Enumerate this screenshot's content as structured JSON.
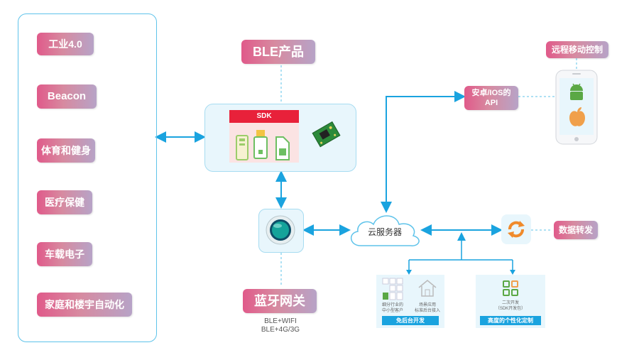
{
  "left_panel": {
    "items": [
      "工业4.0",
      "Beacon",
      "体育和健身",
      "医疗保健",
      "车载电子",
      "家庭和楼宇自动化"
    ]
  },
  "ble_product": {
    "title": "BLE产品",
    "sdk_label": "SDK"
  },
  "gateway": {
    "title": "蓝牙网关",
    "caption_line1": "BLE+WIFI",
    "caption_line2": "BLE+4G/3G"
  },
  "cloud": {
    "label": "云服务器"
  },
  "api": {
    "line1": "安卓/IOS的",
    "line2": "API"
  },
  "remote": {
    "label": "远程移动控制"
  },
  "forward": {
    "label": "数据转发"
  },
  "no_backend": {
    "text1_line1": "细分行业的",
    "text1_line2": "中小型客户",
    "text2_line1": "场景应用",
    "text2_line2": "标准后台接入",
    "footer": "免后台开发"
  },
  "custom": {
    "text_line1": "二次开发",
    "text_line2": "（SDK开发包）",
    "footer": "高度的个性化定制"
  },
  "colors": {
    "accent": "#1aa3df",
    "line": "#5ec3ea",
    "tag_start": "#e05a8a",
    "tag_end": "#b7a3c7"
  }
}
